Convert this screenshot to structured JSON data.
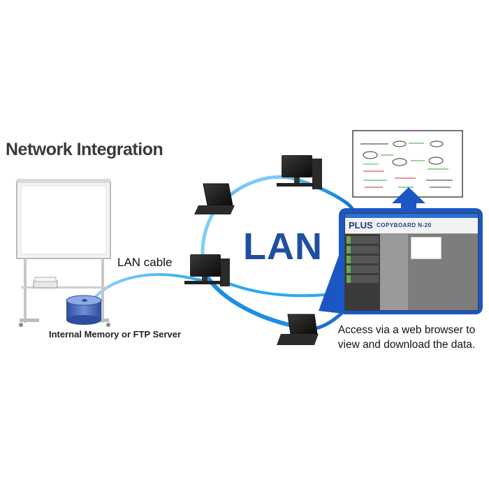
{
  "title": "Network Integration",
  "labels": {
    "lan_cable": "LAN cable",
    "storage": "Internal Memory or FTP Server",
    "lan": "LAN",
    "access_line1": "Access via a web browser to",
    "access_line2": "view and download the data."
  },
  "browser": {
    "brand": "PLUS",
    "product": "COPYBOARD N-20"
  },
  "colors": {
    "lan_text": "#1e4fa0",
    "network_line": "#2aa8f0",
    "browser_frame": "#1a57c4"
  },
  "icons": [
    "whiteboard-icon",
    "database-icon",
    "laptop-icon",
    "desktop-computer-icon",
    "printed-page-icon",
    "arrow-up-icon"
  ]
}
